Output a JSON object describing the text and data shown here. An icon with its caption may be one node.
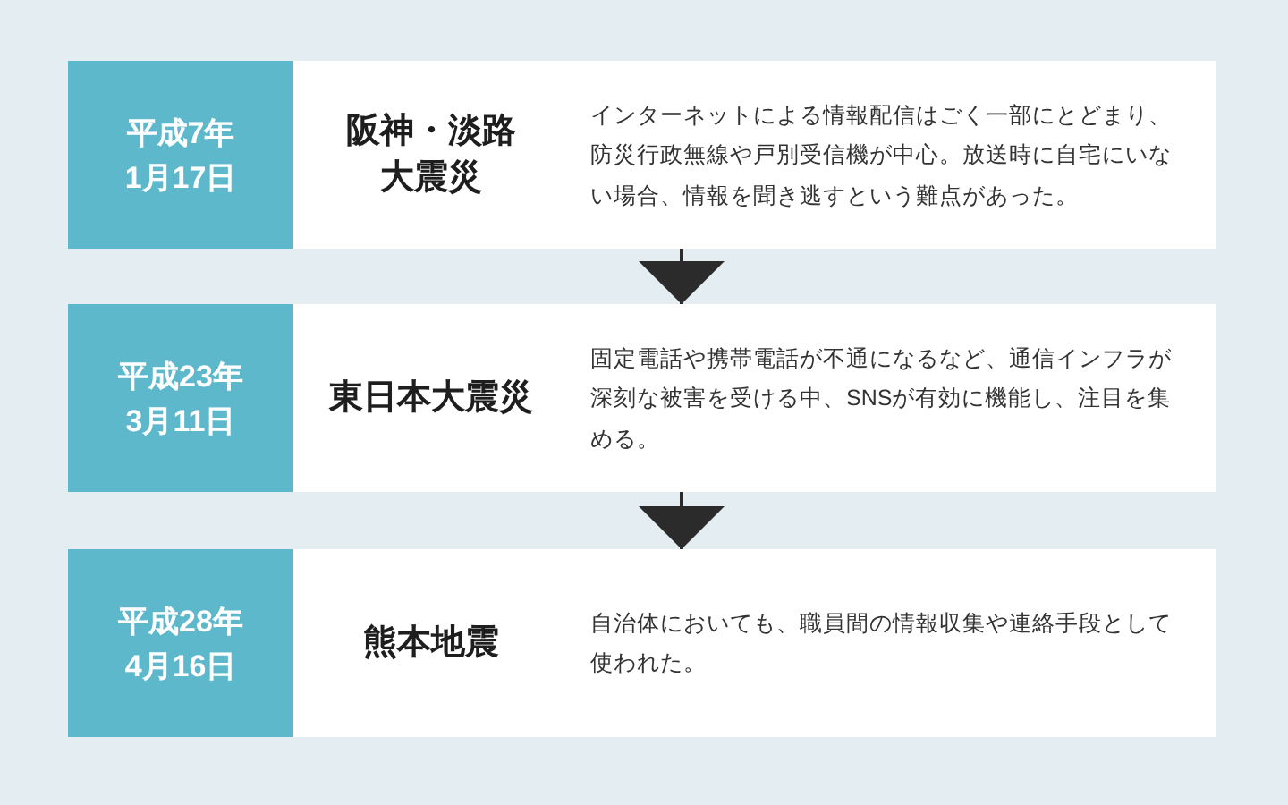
{
  "diagram": {
    "nodes": [
      {
        "text": [
          "阪神・淡路大震災",
          "インターネットによる情報配信はごく一部にとどまり、防災行政無線や戸別受信機が中心。放送時に自宅にいない場合、情報を聞き逃すという難点があった。"
        ]
      },
      {
        "text": [
          "平成7年1月17日"
        ],
        "in": 0
      },
      {
        "text": [
          "東日本大震災",
          "固定電話や携帯電話が不通になるなど、通信インフラが深刻な被害を受ける中、SNSが有効に機能し、注目を集める。"
        ]
      },
      {
        "text": [
          "平成23年3月11日"
        ],
        "in": 2
      },
      {
        "text": [
          "熊本地震",
          "自治体においても、職員間の情報収集や連絡手段として使われた。"
        ]
      },
      {
        "text": [
          "平成28年4月16日"
        ],
        "in": 4
      }
    ],
    "edges": [
      {
        "from": 0,
        "to": 2,
        "arrow": "to"
      },
      {
        "from": 2,
        "to": 4,
        "arrow": "to"
      }
    ]
  }
}
